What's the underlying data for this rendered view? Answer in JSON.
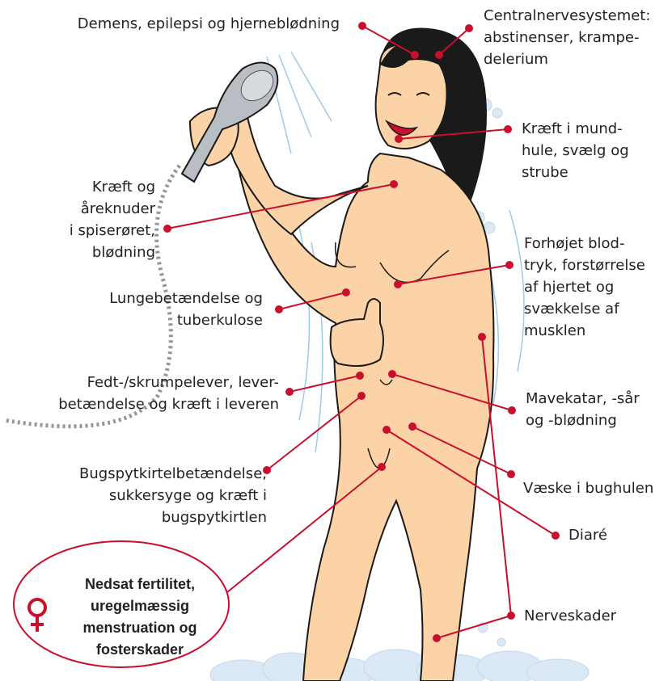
{
  "labels": {
    "dementia": "Demens, epilepsi og hjerneblødning",
    "cns": "Centralnervesystemet:\nabstinenser, krampe-\ndelerium",
    "mouth": "Kræft i mund-\nhule, svælg og\nstrube",
    "esophagus": "Kræft og\nåreknuder\ni spiserøret,\nblødning",
    "heart": "Forhøjet blod-\ntryk, forstørrelse\naf hjertet og\nsvækkelse af\nmusklen",
    "lung": "Lungebetændelse og\ntuberkulose",
    "liver": "Fedt-/skrumpelever, lever-\nbetændelse og kræft i leveren",
    "stomach": "Mavekatar, -sår\nog -blødning",
    "pancreas": "Bugspytkirtelbetændelse,\nsukkersyge og kræft i\nbugspytkirtlen",
    "ascites": "Væske i bughulen",
    "diarrhea": "Diaré",
    "nerve": "Nerveskader",
    "fertility": "Nedsat fertilitet,\nuregelmæssig\nmenstruation og\nfosterskader"
  },
  "colors": {
    "accent": "#c8102e",
    "skin": "#fbd3a6",
    "hair": "#1a1a1a",
    "shower": "#b8bec4",
    "foam": "#cfe0f2",
    "water": "#a9d2ea"
  },
  "icons": {
    "venus": "female-symbol-icon",
    "shower": "shower-head-icon"
  }
}
